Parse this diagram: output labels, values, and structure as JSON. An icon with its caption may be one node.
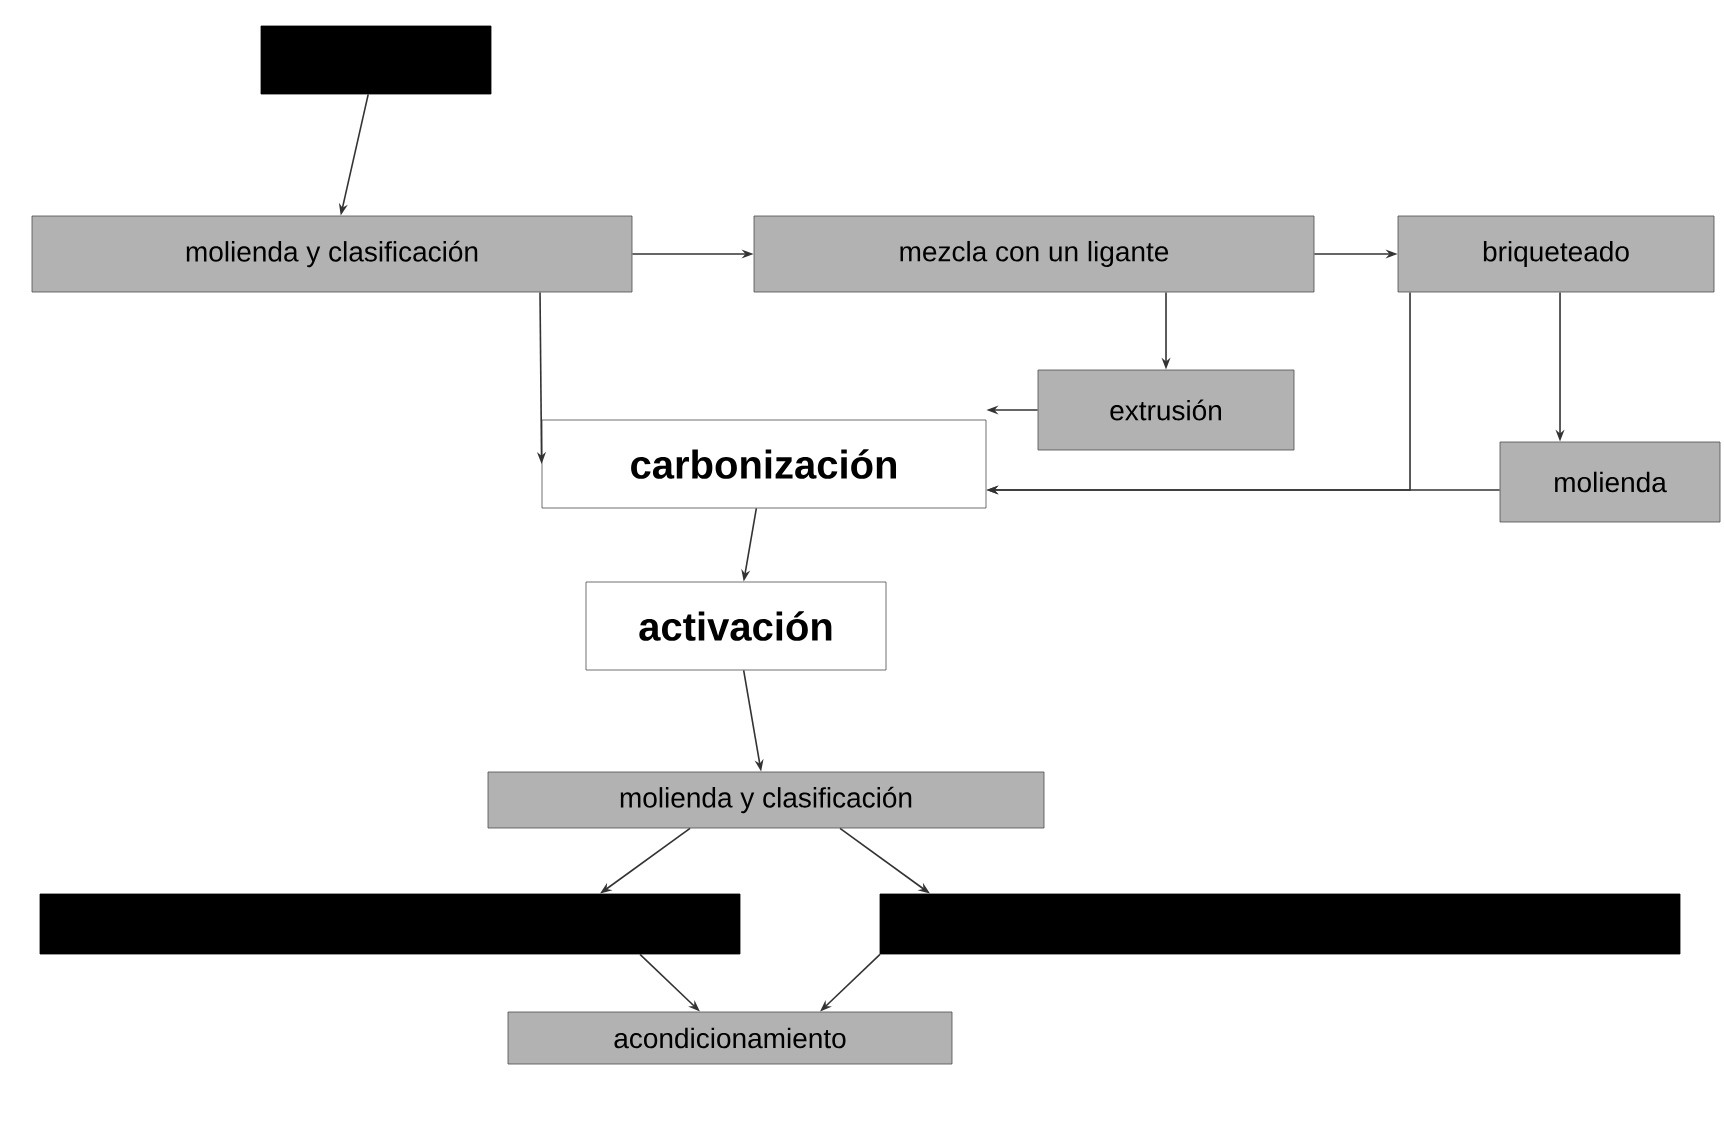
{
  "diagram": {
    "nodes": [
      {
        "text": [],
        "shape": "box"
      },
      {
        "text": [
          "molienda y clasificación"
        ]
      },
      {
        "text": [
          "mezcla con un ligante"
        ]
      },
      {
        "text": [
          "briqueteado"
        ]
      },
      {
        "text": [
          "extrusión"
        ]
      },
      {
        "text": [
          "carbonización"
        ]
      },
      {
        "text": [
          "molienda"
        ]
      },
      {
        "text": [
          "activación"
        ]
      },
      {
        "text": [
          "molienda y clasificación"
        ]
      },
      {
        "text": [],
        "shape": "box"
      },
      {
        "text": [],
        "shape": "box"
      },
      {
        "text": [
          "acondicionamiento"
        ]
      }
    ],
    "edges": [
      {
        "from": 0,
        "to": 1,
        "arrow": "to"
      },
      {
        "from": 1,
        "to": 2,
        "arrow": "to"
      },
      {
        "from": 2,
        "to": 3,
        "arrow": "to"
      },
      {
        "from": 1,
        "to": 5,
        "arrow": "to"
      },
      {
        "from": 2,
        "to": 4,
        "arrow": "to"
      },
      {
        "from": 4,
        "to": 5,
        "arrow": "to"
      },
      {
        "from": 3,
        "to": 6,
        "arrow": "to"
      },
      {
        "from": 3,
        "to": 5,
        "arrow": "to"
      },
      {
        "from": 6,
        "to": 5,
        "arrow": "to"
      },
      {
        "from": 5,
        "to": 7,
        "arrow": "to"
      },
      {
        "from": 7,
        "to": 8,
        "arrow": "to"
      },
      {
        "from": 8,
        "to": 9,
        "arrow": "to"
      },
      {
        "from": 8,
        "to": 10,
        "arrow": "to"
      },
      {
        "from": 9,
        "to": 11,
        "arrow": "to"
      },
      {
        "from": 10,
        "to": 11,
        "arrow": "to"
      }
    ]
  }
}
